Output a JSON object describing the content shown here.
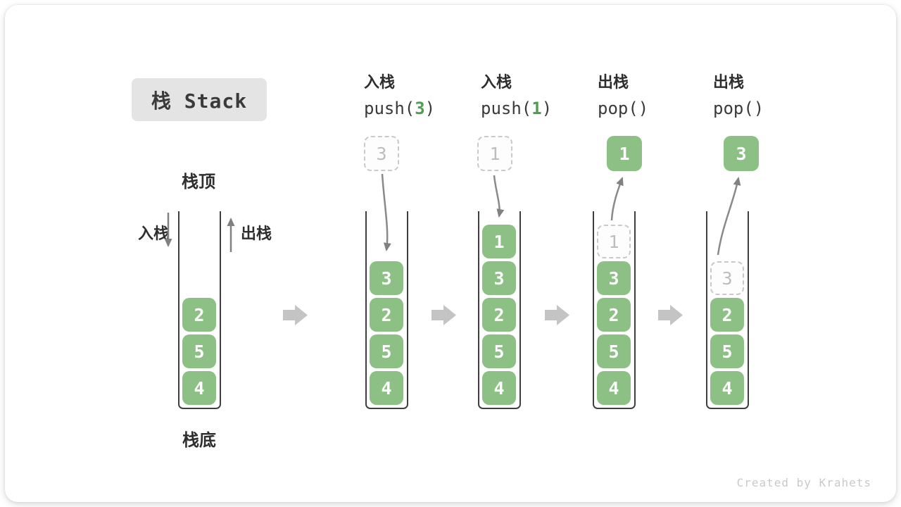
{
  "title": "栈 Stack",
  "legend": {
    "stack_top": "栈顶",
    "stack_bottom": "栈底",
    "push": "入栈",
    "pop": "出栈"
  },
  "footer": "Created by Krahets",
  "colors": {
    "cell_green": "#8DC084",
    "code_arg_green": "#4E9E50",
    "title_bg": "#E4E4E4",
    "ink": "#3A3A3A",
    "arrow_gray": "#808080",
    "block_arrow_gray": "#C4C4C4",
    "ghost_border": "#C9C9C9",
    "ghost_text": "#BDBDBD"
  },
  "stacks": [
    {
      "name": "initial",
      "cells": [
        {
          "v": "2"
        },
        {
          "v": "5"
        },
        {
          "v": "4"
        }
      ]
    },
    {
      "name": "push-3",
      "op": "入栈",
      "call": {
        "fn": "push(",
        "arg": "3",
        "close": ")"
      },
      "floating": {
        "v": "3",
        "ghost": true
      },
      "arrow": "push",
      "cells": [
        {
          "v": "3"
        },
        {
          "v": "2"
        },
        {
          "v": "5"
        },
        {
          "v": "4"
        }
      ]
    },
    {
      "name": "push-1",
      "op": "入栈",
      "call": {
        "fn": "push(",
        "arg": "1",
        "close": ")"
      },
      "floating": {
        "v": "1",
        "ghost": true
      },
      "arrow": "push",
      "cells": [
        {
          "v": "1"
        },
        {
          "v": "3"
        },
        {
          "v": "2"
        },
        {
          "v": "5"
        },
        {
          "v": "4"
        }
      ]
    },
    {
      "name": "pop-1",
      "op": "出栈",
      "call": {
        "fn": "pop(",
        "arg": "",
        "close": ")"
      },
      "floating": {
        "v": "1",
        "ghost": false
      },
      "arrow": "pop",
      "cells": [
        {
          "v": "1",
          "ghost": true
        },
        {
          "v": "3"
        },
        {
          "v": "2"
        },
        {
          "v": "5"
        },
        {
          "v": "4"
        }
      ]
    },
    {
      "name": "pop-3",
      "op": "出栈",
      "call": {
        "fn": "pop(",
        "arg": "",
        "close": ")"
      },
      "floating": {
        "v": "3",
        "ghost": false
      },
      "arrow": "pop",
      "cells": [
        {
          "v": "3",
          "ghost": true
        },
        {
          "v": "2"
        },
        {
          "v": "5"
        },
        {
          "v": "4"
        }
      ]
    }
  ]
}
